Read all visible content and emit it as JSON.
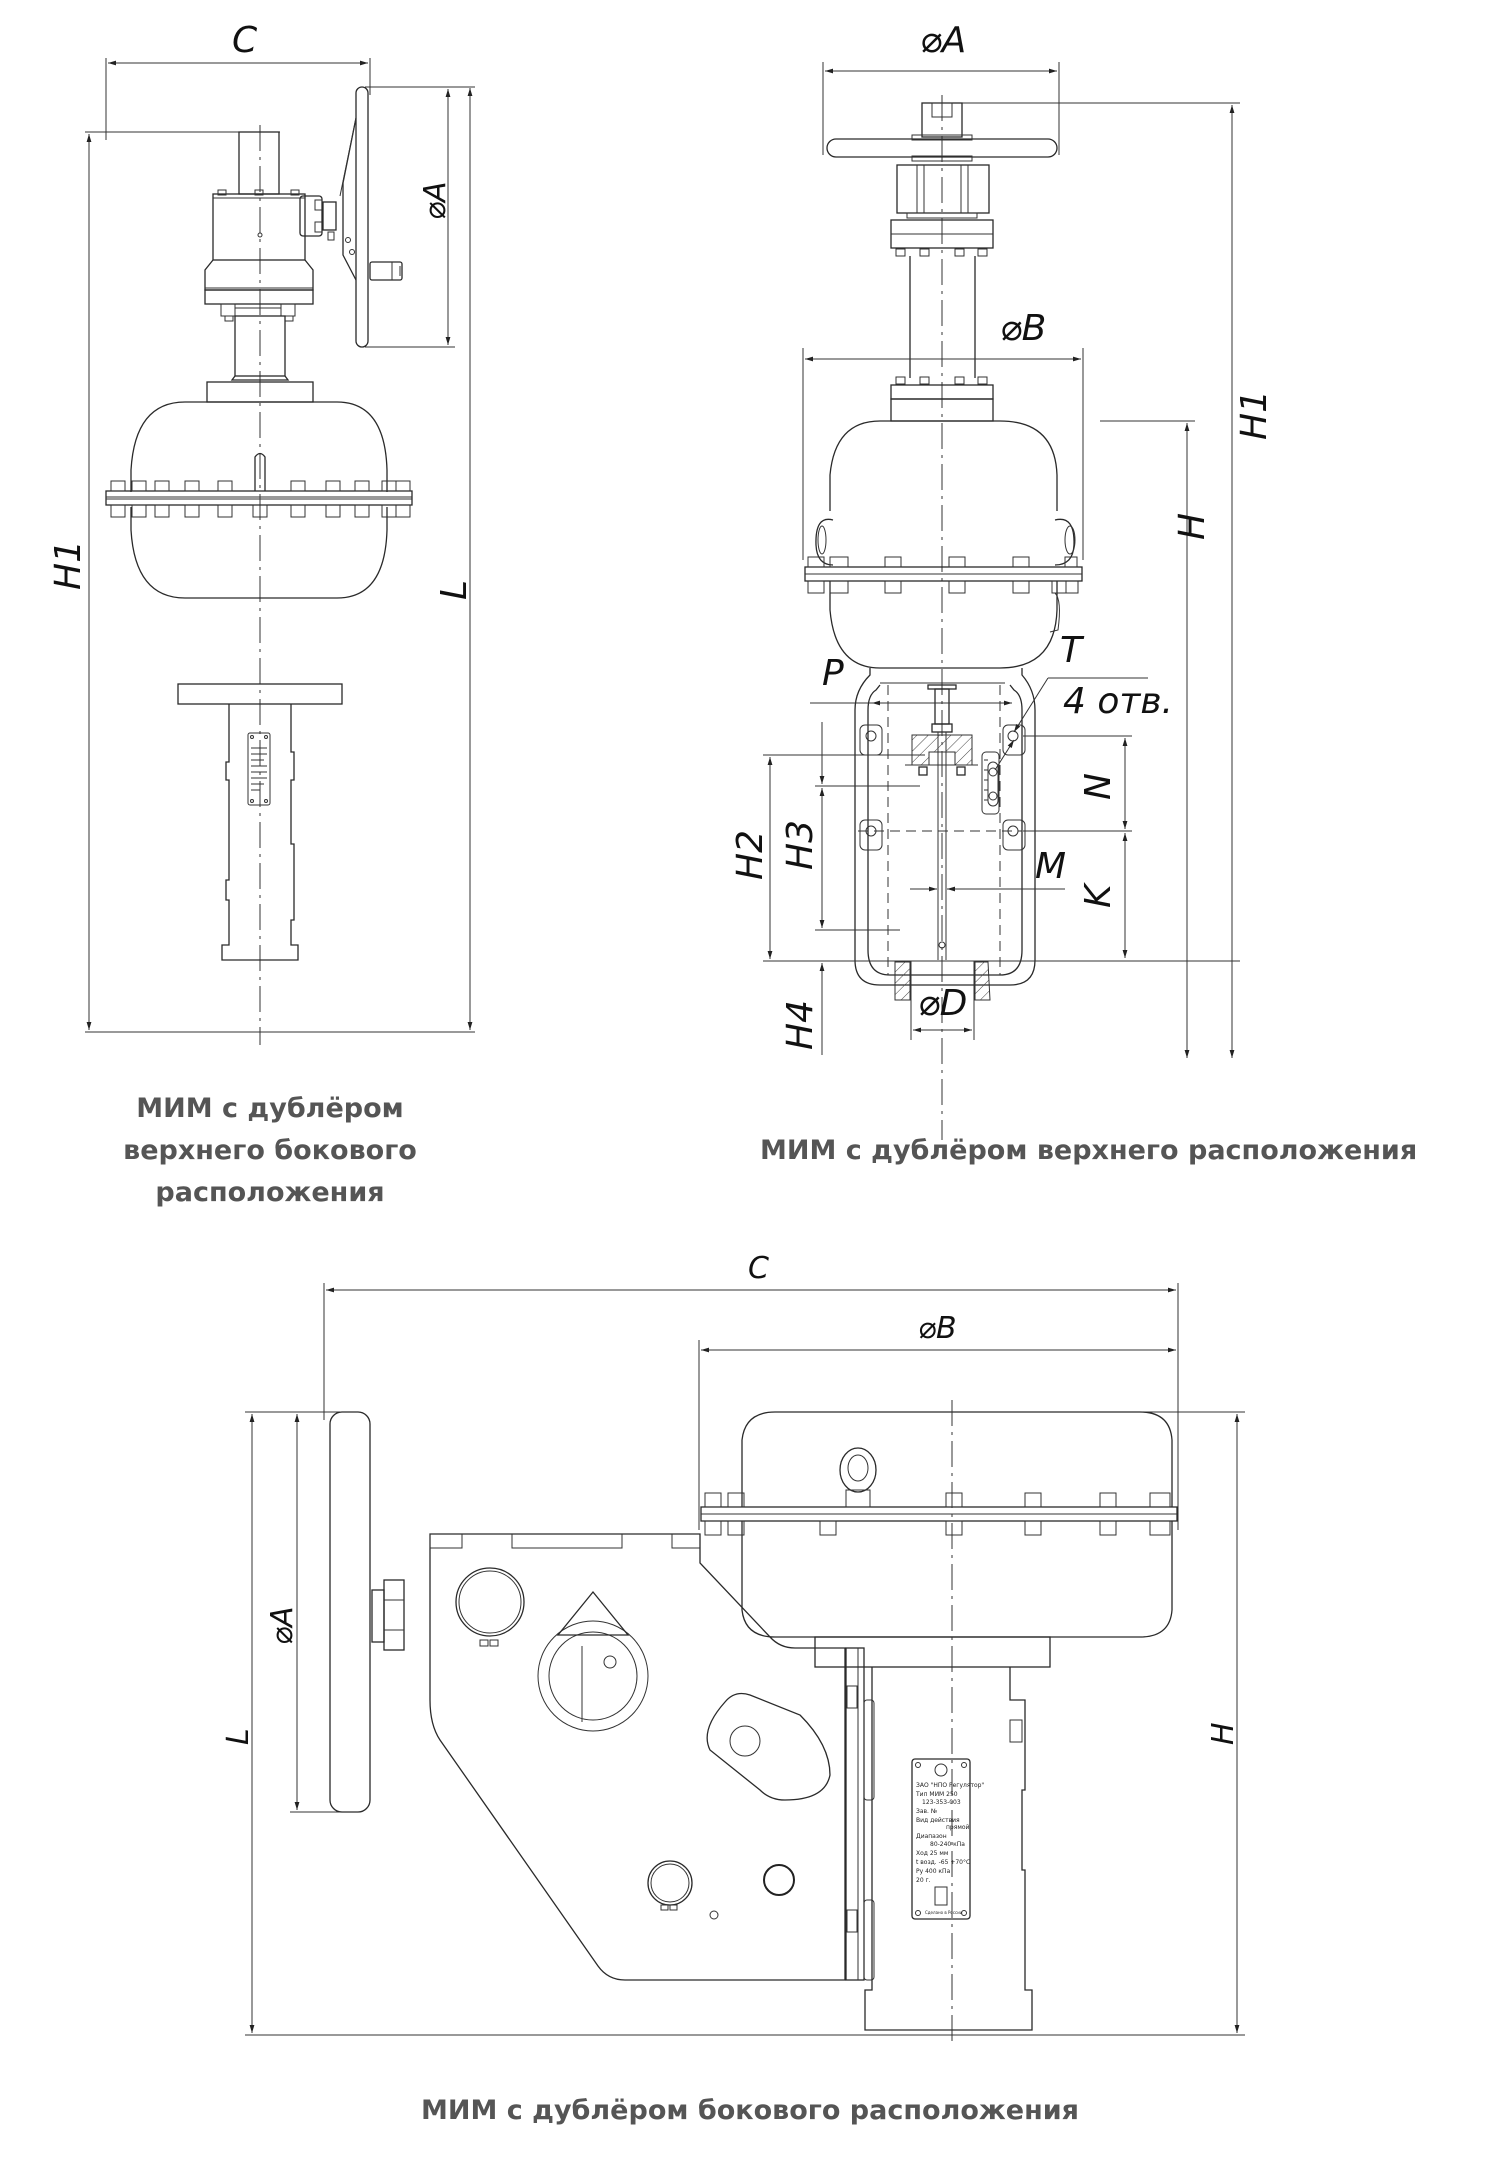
{
  "captions": {
    "top_side": {
      "line1": "МИМ с дублёром",
      "line2": "верхнего бокового расположения"
    },
    "top": "МИМ с дублёром верхнего расположения",
    "side": "МИМ с дублёром бокового расположения"
  },
  "drawing_top_side": {
    "dims": {
      "C": "C",
      "phiA": "⌀A",
      "H1": "H1",
      "L": "L"
    }
  },
  "drawing_top": {
    "dims": {
      "phiA": "⌀A",
      "phiB": "⌀B",
      "H1": "H1",
      "H": "H",
      "T": "T",
      "P": "P",
      "holes": "4 отв.",
      "N": "N",
      "M": "M",
      "K": "K",
      "H2": "H2",
      "H3": "H3",
      "H4": "H4",
      "phiD": "⌀D"
    }
  },
  "drawing_side": {
    "dims": {
      "C": "C",
      "phiB": "⌀B",
      "phiA": "⌀A",
      "L": "L",
      "H": "H"
    },
    "nameplate": {
      "lines": [
        "ЗАО \"НПО Регулятор\"",
        "Тип МИМ 250",
        "123-353-003",
        "Зав. №",
        "Вид действия",
        "прямой",
        "Диапазон",
        "80-240 кПа",
        "Ход 25 мм",
        "t возд. -65 +70°C",
        "Ру 400 кПа",
        "20 г.",
        "Сделано в России"
      ]
    }
  },
  "colors": {
    "line": "#2a2a2a",
    "caption": "#555555",
    "background": "#ffffff"
  }
}
